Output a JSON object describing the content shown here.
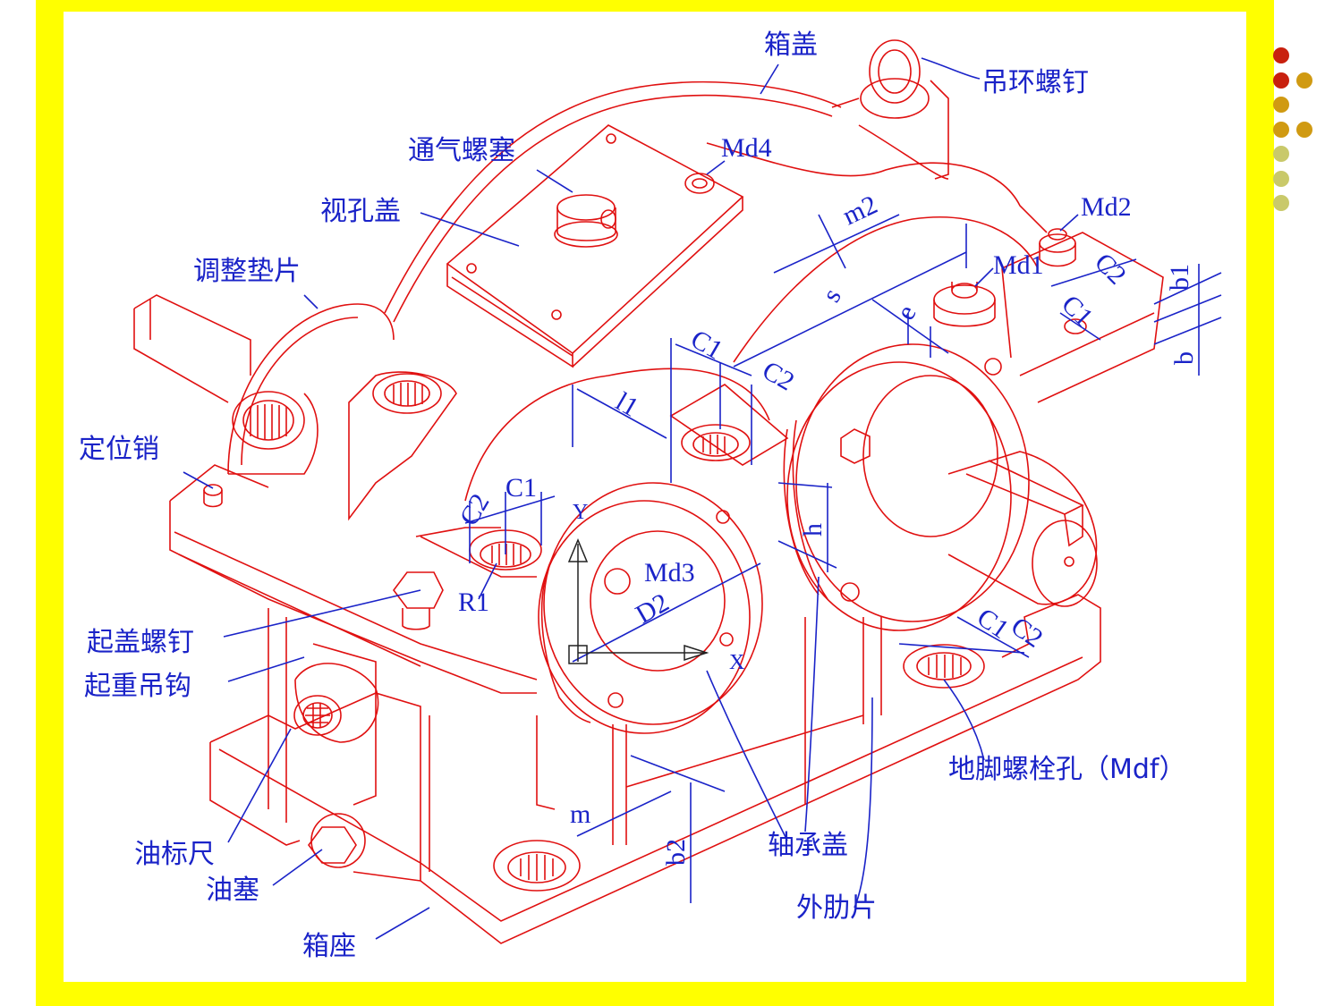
{
  "labels": {
    "box_cover": "箱盖",
    "lifting_eye_bolt": "吊环螺钉",
    "vent_plug": "通气螺塞",
    "md4": "Md4",
    "inspection_cover": "视孔盖",
    "md2": "Md2",
    "shim": "调整垫片",
    "md1": "Md1",
    "m2": "m2",
    "s": "s",
    "e": "e",
    "c1_top": "C1",
    "c2_top": "C2",
    "c1_right": "C1",
    "c2_right": "C2",
    "b1": "b1",
    "b": "b",
    "l1": "l1",
    "locating_pin": "定位销",
    "c2_left": "C2",
    "c1_left": "C1",
    "y_axis": "Y",
    "x_axis": "X",
    "h": "h",
    "md3": "Md3",
    "r1": "R1",
    "d2": "D2",
    "c1_bottom": "C1",
    "c2_bottom": "C2",
    "cover_lifting_screw": "起盖螺钉",
    "lifting_hook": "起重吊钩",
    "foundation_bolt_hole": "地脚螺栓孔（Mdf）",
    "m": "m",
    "oil_dipstick": "油标尺",
    "b2": "b2",
    "bearing_cover": "轴承盖",
    "oil_plug": "油塞",
    "outer_rib": "外肋片",
    "box_base": "箱座"
  },
  "colors": {
    "frame": "#ffff00",
    "drawing_lines": "#e01010",
    "annotation": "#1a23c8",
    "dots": [
      "#c8200e",
      "#c8200e",
      "#d09a12",
      "#d09a12",
      "#d09a12",
      "#d09a12",
      "#c9c96a",
      "#c9c96a",
      "#c9c96a",
      "#c9c96a"
    ]
  }
}
